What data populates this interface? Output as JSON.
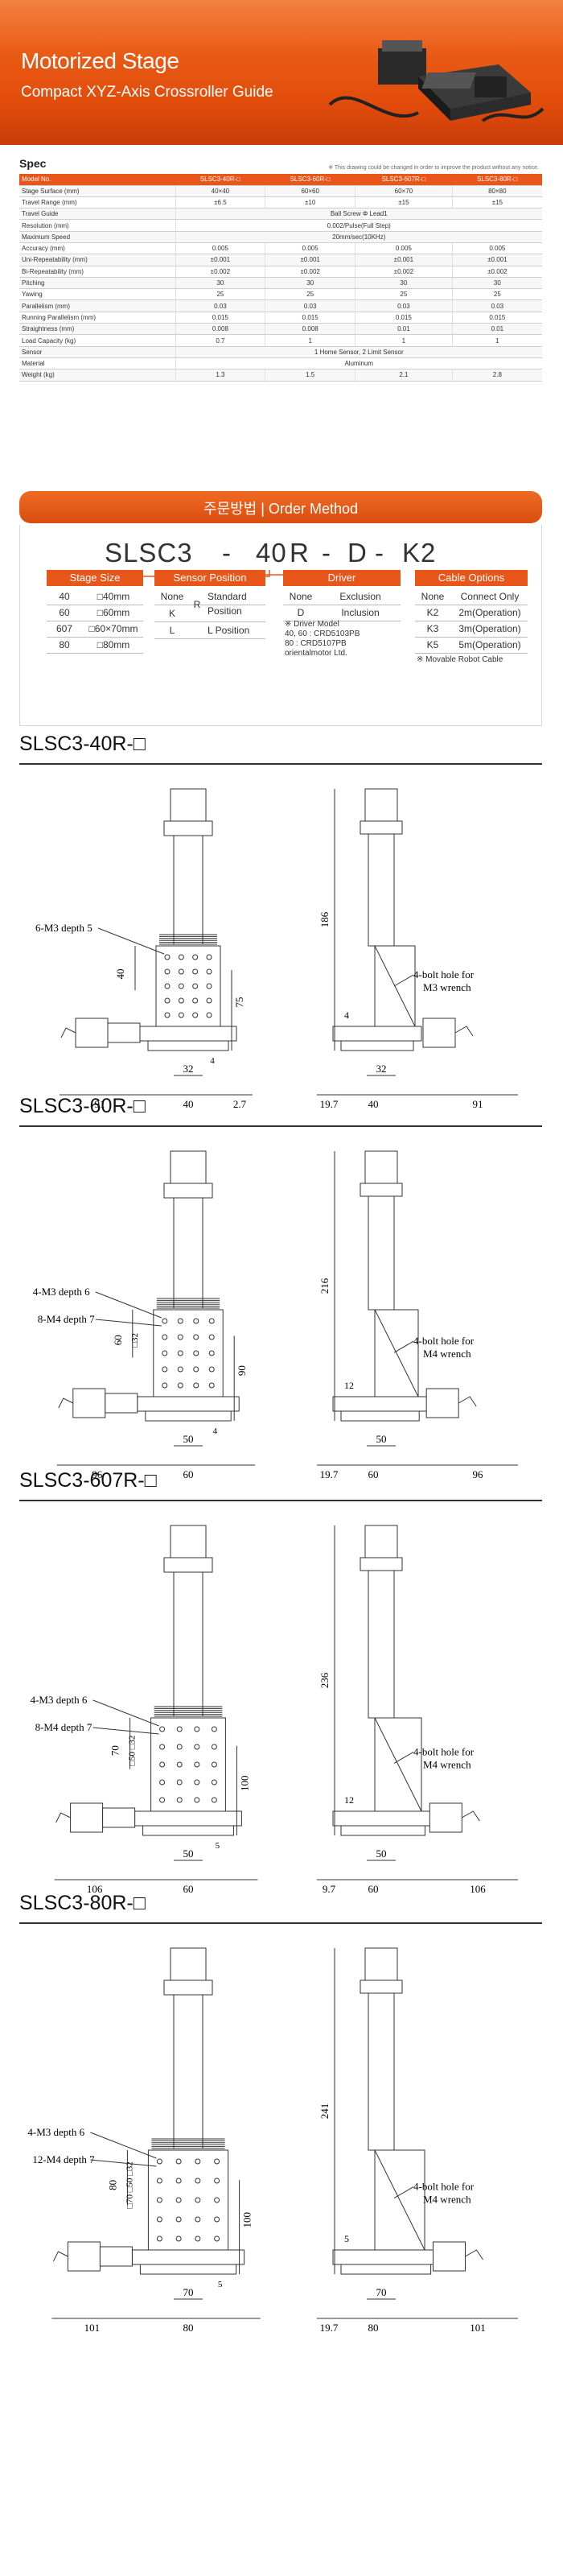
{
  "banner": {
    "title": "Motorized Stage",
    "subtitle": "Compact XYZ-Axis Crossroller Guide"
  },
  "spec": {
    "heading": "Spec",
    "note": "※ This drawing could be changed in order to improve the product without any notice.",
    "columns": [
      "Model No.",
      "SLSC3-40R-□",
      "SLSC3-60R-□",
      "SLSC3-607R-□",
      "SLSC3-80R-□"
    ],
    "rows": [
      [
        "Stage Surface (mm)",
        "40×40",
        "60×60",
        "60×70",
        "80×80"
      ],
      [
        "Travel Range (mm)",
        "±6.5",
        "±10",
        "±15",
        "±15"
      ],
      [
        "Travel Guide",
        "Ball Screw Φ Lead1"
      ],
      [
        "Resolution (mm)",
        "0.002/Pulse(Full Step)"
      ],
      [
        "Maximum Speed",
        "20mm/sec(10KHz)"
      ],
      [
        "Accuracy (mm)",
        "0.005",
        "0.005",
        "0.005",
        "0.005"
      ],
      [
        "Uni-Repeatability (mm)",
        "±0.001",
        "±0.001",
        "±0.001",
        "±0.001"
      ],
      [
        "Bi-Repeatability (mm)",
        "±0.002",
        "±0.002",
        "±0.002",
        "±0.002"
      ],
      [
        "Pitching",
        "30",
        "30",
        "30",
        "30"
      ],
      [
        "Yawing",
        "25",
        "25",
        "25",
        "25"
      ],
      [
        "Parallelism (mm)",
        "0.03",
        "0.03",
        "0.03",
        "0.03"
      ],
      [
        "Running Parallelism (mm)",
        "0.015",
        "0.015",
        "0.015",
        "0.015"
      ],
      [
        "Straightness (mm)",
        "0.008",
        "0.008",
        "0.01",
        "0.01"
      ],
      [
        "Load Capacity (kg)",
        "0.7",
        "1",
        "1",
        "1"
      ],
      [
        "Sensor",
        "1 Home Sensor, 2 Limit Sensor"
      ],
      [
        "Material",
        "Aluminum"
      ],
      [
        "Weight (kg)",
        "1.3",
        "1.5",
        "2.1",
        "2.8"
      ]
    ]
  },
  "order": {
    "title": "주문방법 | Order Method",
    "code": [
      "SLSC3",
      "-",
      "40",
      "R",
      "-",
      "D",
      "-",
      "K2"
    ],
    "stage_size": {
      "title": "Stage Size",
      "rows": [
        [
          "40",
          "□40mm"
        ],
        [
          "60",
          "□60mm"
        ],
        [
          "607",
          "□60×70mm"
        ],
        [
          "80",
          "□80mm"
        ]
      ]
    },
    "sensor_position": {
      "title": "Sensor Position",
      "rows": [
        [
          "None",
          "Standard Position"
        ],
        [
          "K",
          ""
        ],
        [
          "L",
          "L Position"
        ]
      ],
      "r_label": "R"
    },
    "driver": {
      "title": "Driver",
      "rows": [
        [
          "None",
          "Exclusion"
        ],
        [
          "D",
          "Inclusion"
        ]
      ],
      "note": "※ Driver Model\n40, 60 : CRD5103PB\n80 : CRD5107PB\norientalmotor Ltd."
    },
    "cable": {
      "title": "Cable Options",
      "rows": [
        [
          "None",
          "Connect Only"
        ],
        [
          "K2",
          "2m(Operation)"
        ],
        [
          "K3",
          "3m(Operation)"
        ],
        [
          "K5",
          "5m(Operation)"
        ]
      ],
      "note": "※ Movable Robot Cable"
    }
  },
  "models": [
    {
      "title": "SLSC3-40R-□",
      "left_labels": [
        "6-M3 depth 5"
      ],
      "heights": {
        "total": "186",
        "stage": "75",
        "size": "40",
        "small": "4"
      },
      "bottom_left": [
        "91",
        "40",
        "2.7"
      ],
      "mid": "32",
      "right_label": "4-bolt hole for M3 wrench",
      "bottom_right": [
        "19.7",
        "40",
        "91"
      ],
      "side_mid": "32",
      "side_small": "4"
    },
    {
      "title": "SLSC3-60R-□",
      "left_labels": [
        "4-M3 depth 6",
        "8-M4 depth 7"
      ],
      "heights": {
        "total": "216",
        "stage": "90",
        "size": "60",
        "small": "4"
      },
      "bottom_left": [
        "96",
        "60"
      ],
      "mid": "50",
      "inner": "□32",
      "right_label": "4-bolt hole for M4 wrench",
      "bottom_right": [
        "19.7",
        "60",
        "96"
      ],
      "side_mid": "50",
      "side_small": "12"
    },
    {
      "title": "SLSC3-607R-□",
      "left_labels": [
        "4-M3 depth 6",
        "8-M4 depth 7"
      ],
      "heights": {
        "total": "236",
        "stage": "100",
        "size": "70",
        "small": "5"
      },
      "bottom_left": [
        "106",
        "60"
      ],
      "mid": "50",
      "inner": "□50 □32",
      "right_label": "4-bolt hole for M4 wrench",
      "bottom_right": [
        "9.7",
        "60",
        "106"
      ],
      "side_mid": "50",
      "side_small": "12"
    },
    {
      "title": "SLSC3-80R-□",
      "left_labels": [
        "4-M3 depth 6",
        "12-M4 depth 7"
      ],
      "heights": {
        "total": "241",
        "stage": "100",
        "size": "80",
        "small": "5"
      },
      "bottom_left": [
        "101",
        "80"
      ],
      "mid": "70",
      "inner": "□70 □50 □32",
      "right_label": "4-bolt hole for M4 wrench",
      "bottom_right": [
        "19.7",
        "80",
        "101"
      ],
      "side_mid": "70",
      "side_small": "5"
    }
  ],
  "colors": {
    "accent": "#e8561a",
    "line": "#333333"
  }
}
